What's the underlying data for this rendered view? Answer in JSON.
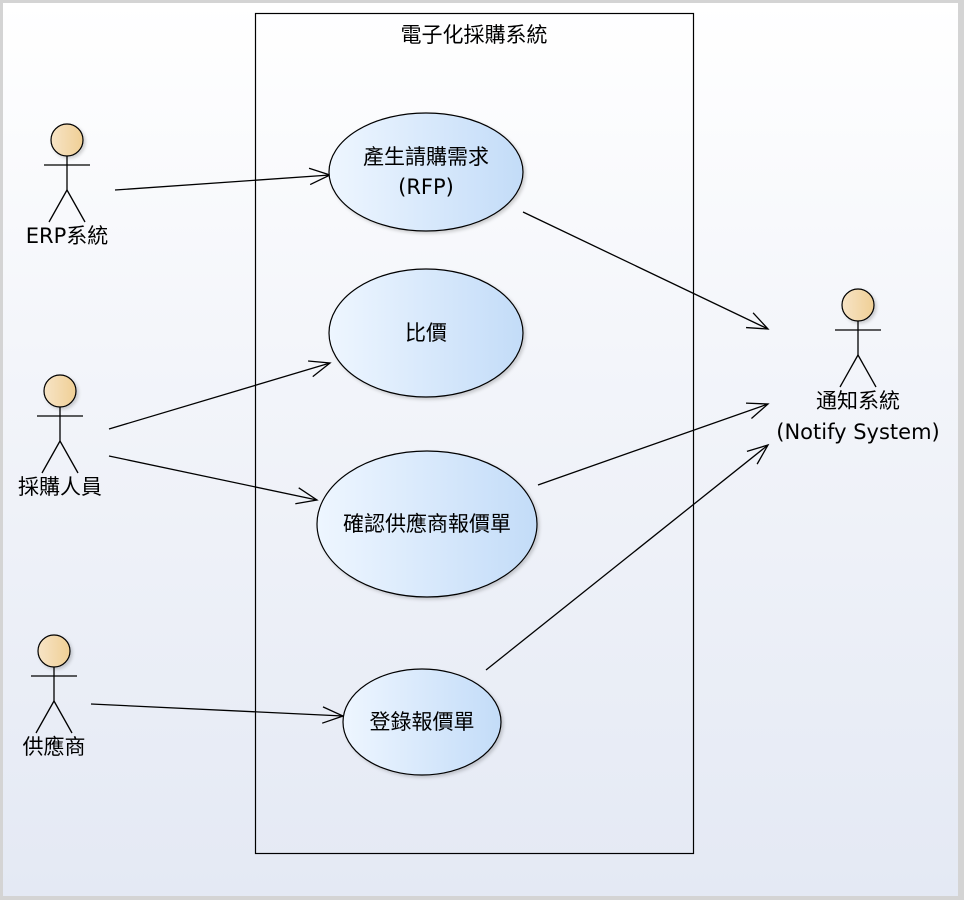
{
  "diagram": {
    "type": "uml-use-case",
    "system_boundary": {
      "title": "電子化採購系統"
    },
    "actors": [
      {
        "id": "erp",
        "label_lines": [
          "ERP系統"
        ]
      },
      {
        "id": "buyer",
        "label_lines": [
          "採購人員"
        ]
      },
      {
        "id": "supplier",
        "label_lines": [
          "供應商"
        ]
      },
      {
        "id": "notify",
        "label_lines": [
          "通知系統",
          "(Notify System)"
        ]
      }
    ],
    "use_cases": [
      {
        "id": "rfp",
        "label_lines": [
          "產生請購需求",
          "(RFP)"
        ]
      },
      {
        "id": "compare",
        "label_lines": [
          "比價"
        ]
      },
      {
        "id": "confirm",
        "label_lines": [
          "確認供應商報價單"
        ]
      },
      {
        "id": "register",
        "label_lines": [
          "登錄報價單"
        ]
      }
    ],
    "associations": [
      {
        "from": "erp",
        "to": "rfp"
      },
      {
        "from": "buyer",
        "to": "compare"
      },
      {
        "from": "buyer",
        "to": "confirm"
      },
      {
        "from": "supplier",
        "to": "register"
      },
      {
        "from": "rfp",
        "to": "notify"
      },
      {
        "from": "confirm",
        "to": "notify"
      },
      {
        "from": "register",
        "to": "notify"
      }
    ],
    "colors": {
      "actor_head_fill_left": "#f7e4c6",
      "actor_head_fill_right": "#efcf95",
      "usecase_fill_left": "#eef6ff",
      "usecase_fill_right": "#c3dcf8",
      "line": "#000000"
    }
  }
}
